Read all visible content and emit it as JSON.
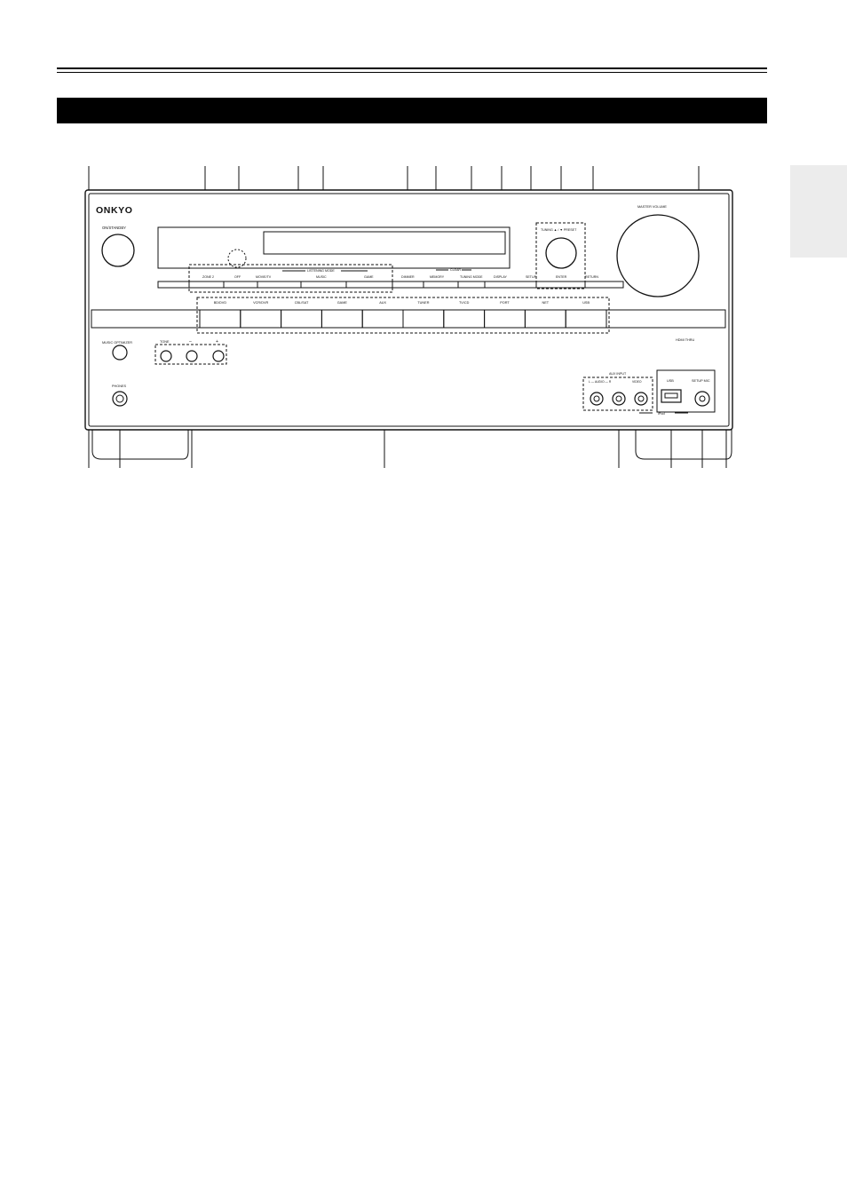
{
  "brand": "ONKYO",
  "labels": {
    "on_standby": "ON/STANDBY",
    "zone2": "ZONE 2",
    "off": "OFF",
    "listening_mode": "LISTENING MODE",
    "movie_tv": "MOVIE/TV",
    "music": "MUSIC",
    "game": "GAME",
    "dimmer": "DIMMER",
    "memory": "MEMORY",
    "clear": "CLEAR",
    "tuning_mode": "TUNING MODE",
    "display": "DISPLAY",
    "setup": "SETUP",
    "tuning_preset": "TUNING ▲ / ▼ PRESET",
    "enter": "ENTER",
    "return": "RETURN",
    "master_volume": "MASTER VOLUME",
    "music_optimizer": "MUSIC OPTIMIZER",
    "tone": "TONE",
    "tone_minus": "–",
    "tone_plus": "+",
    "phones": "PHONES",
    "hdmi_thru": "HDMI THRU",
    "aux_input": "AUX INPUT",
    "audio_lr": "L — AUDIO — R",
    "video": "VIDEO",
    "usb": "USB",
    "setup_mic": "SETUP MIC",
    "ipod": "iPod"
  },
  "selectors": [
    "BD/DVD",
    "VCR/DVR",
    "CBL/SAT",
    "GAME",
    "AUX",
    "TUNER",
    "TV/CD",
    "PORT",
    "NET",
    "USB"
  ]
}
